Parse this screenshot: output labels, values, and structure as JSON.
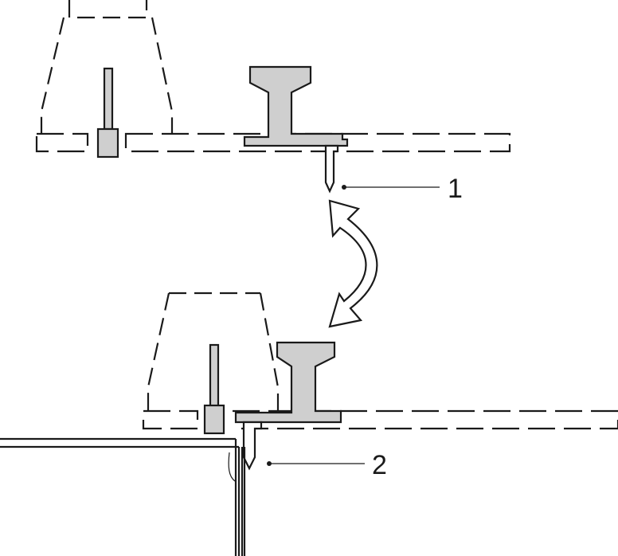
{
  "diagram": {
    "callouts": [
      {
        "id": "1",
        "text": "1"
      },
      {
        "id": "2",
        "text": "2"
      }
    ]
  },
  "colors": {
    "stroke": "#1a1a1a",
    "part_fill": "#cfcfcf",
    "background": "#ffffff"
  }
}
